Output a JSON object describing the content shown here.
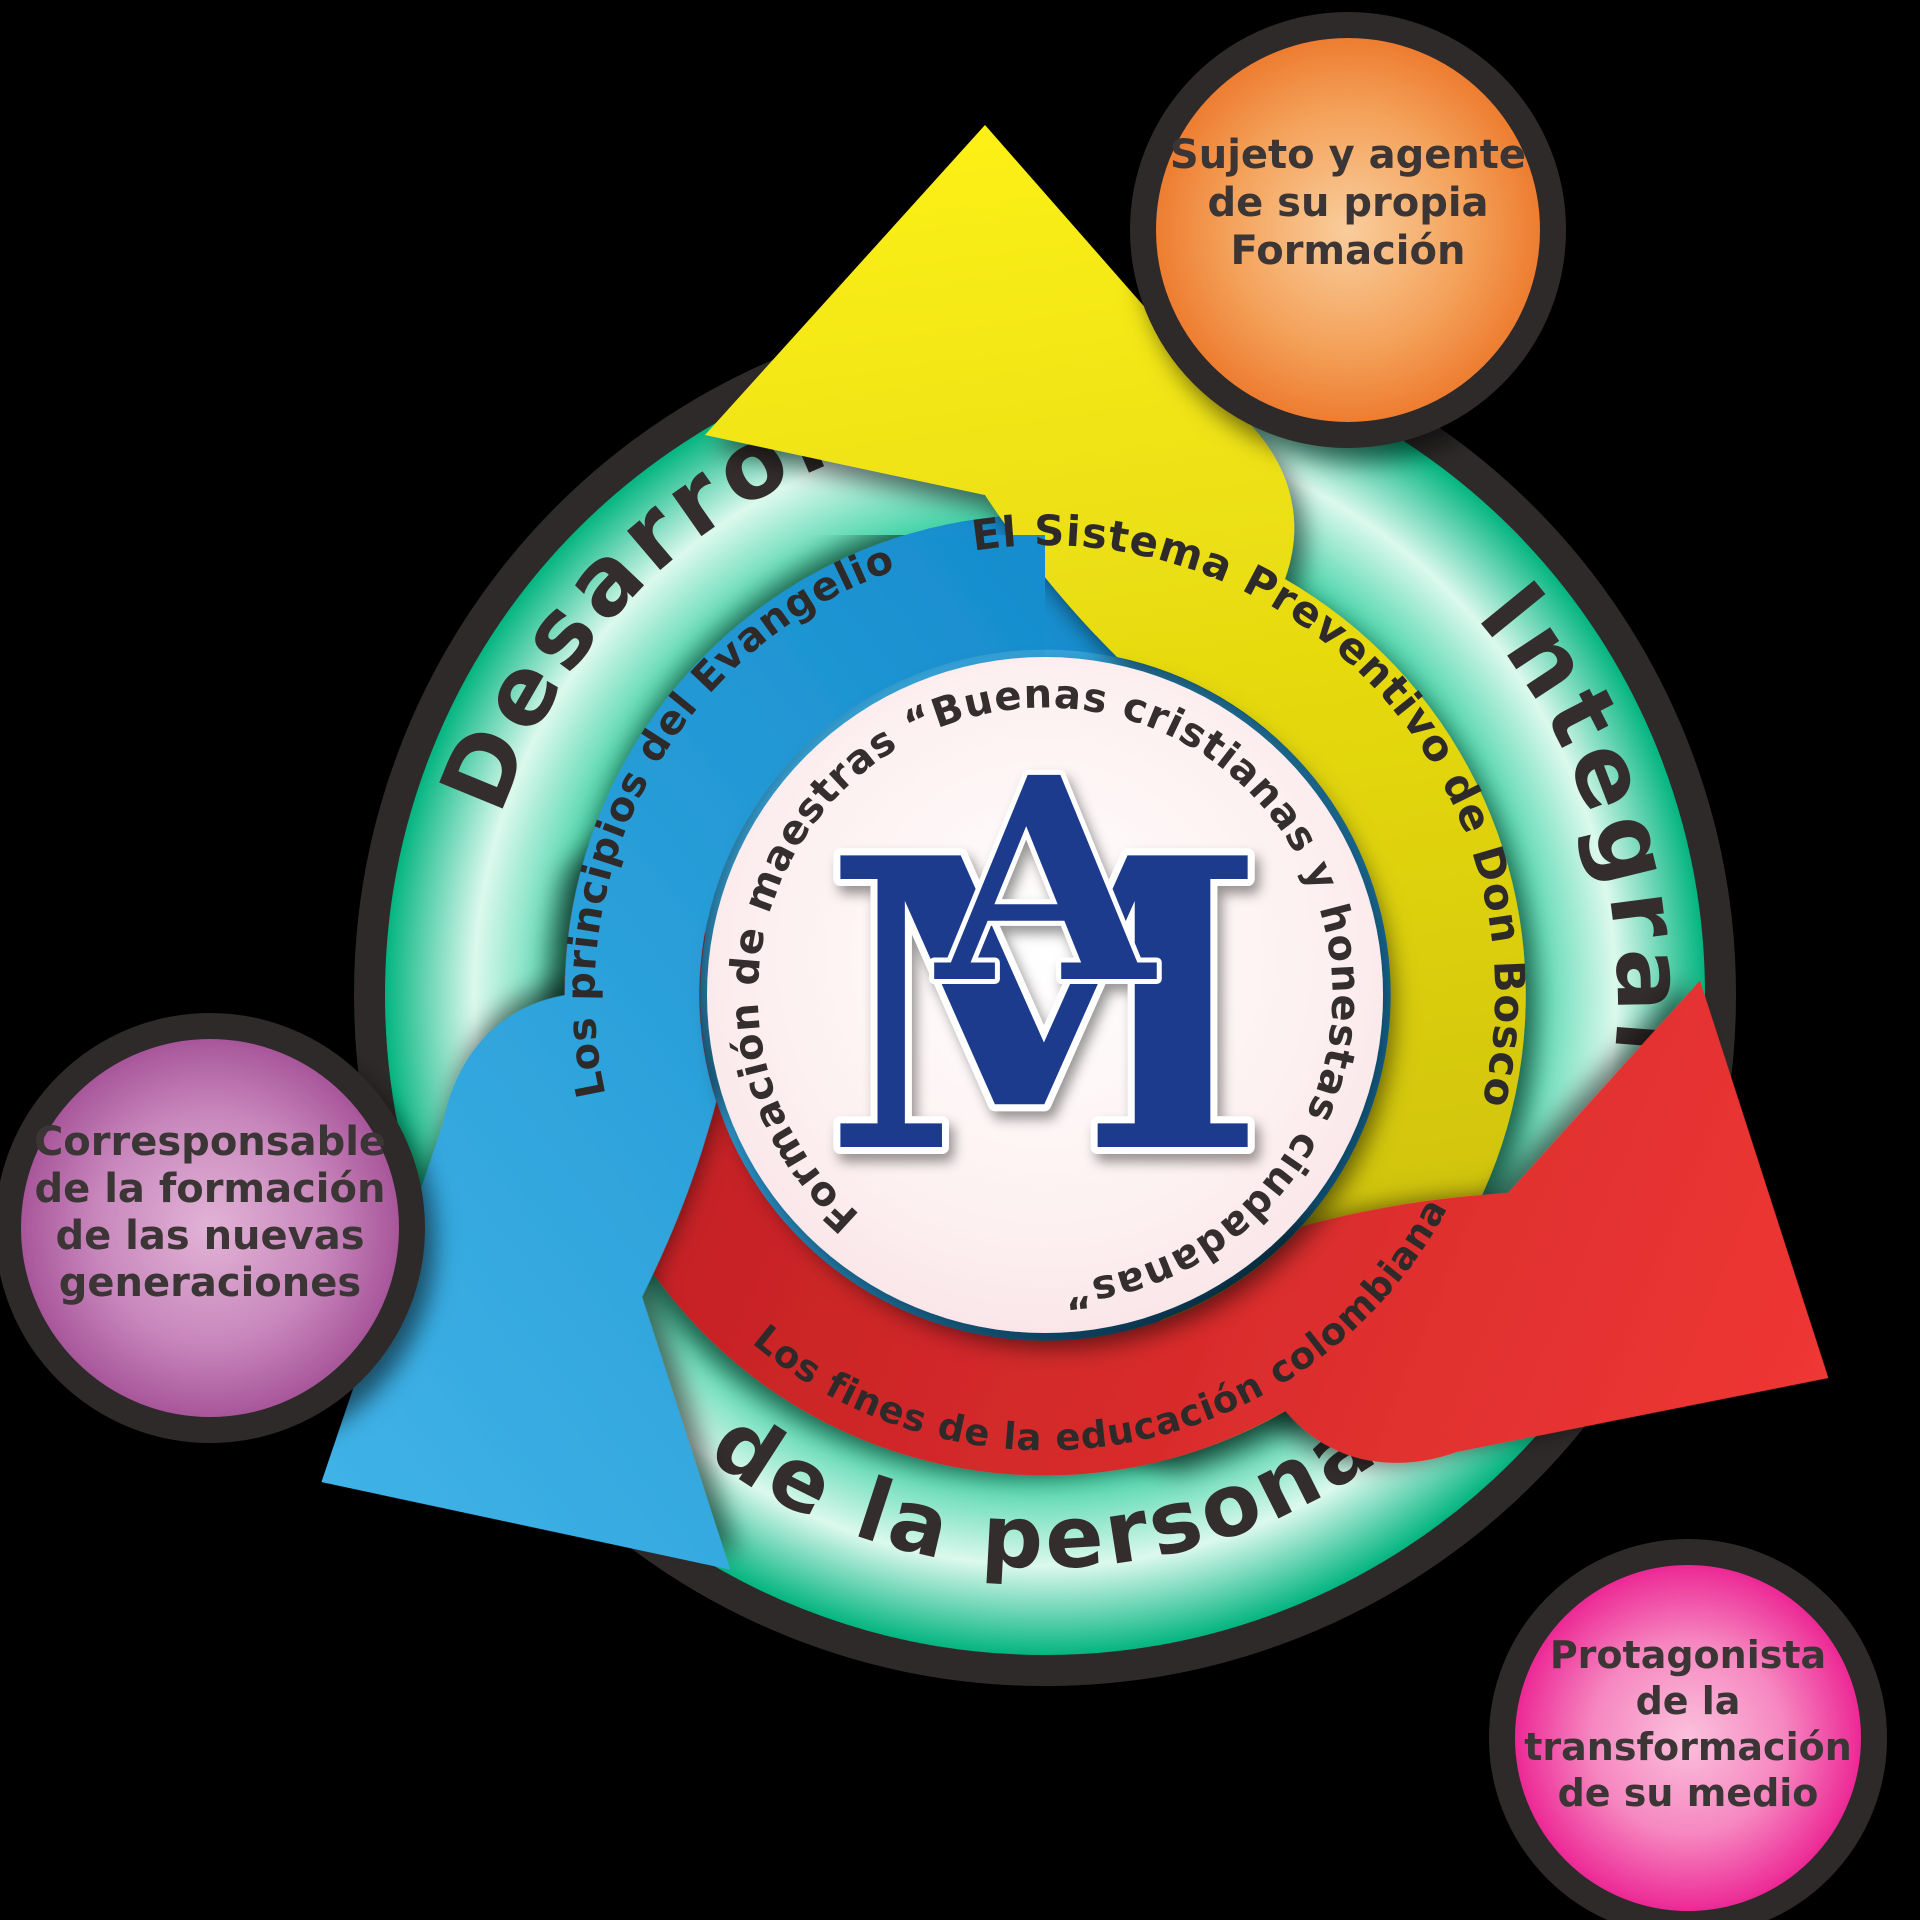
{
  "background_color": "#000000",
  "ring": {
    "label_desarrollo": "Desarrollo",
    "label_integral": "Integral",
    "label_de_la_persona": "de la persona",
    "band_color": "#12C78F",
    "band_highlight": "#DCF9EE",
    "rim_color": "#2E2A2A"
  },
  "arrows": {
    "yellow": {
      "label": "El Sistema Preventivo de Don Bosco",
      "color": "#F5E90F"
    },
    "blue": {
      "label": "Los principios del Evangelio",
      "color": "#1F9DDB"
    },
    "red": {
      "label": "Los fines de la educación colombiana",
      "color": "#DE2A2C"
    }
  },
  "center": {
    "circular_text": "Formación de maestras “Buenas cristianas y honestas ciudadanas”",
    "monogram_m": "M",
    "monogram_a": "A",
    "monogram_color": "#1B3A8C",
    "disc_color": "#FDEFEF"
  },
  "satellites": {
    "orange": {
      "color": "#EE7E2E",
      "lines": [
        "Sujeto y agente",
        "de su propia",
        "Formación"
      ]
    },
    "purple": {
      "color": "#A85098",
      "lines": [
        "Corresponsable",
        "de la formación",
        "de las nuevas",
        "generaciones"
      ]
    },
    "pink": {
      "color": "#EC1B8F",
      "lines": [
        "Protagonista",
        "de la",
        "transformación",
        "de su medio"
      ]
    }
  }
}
